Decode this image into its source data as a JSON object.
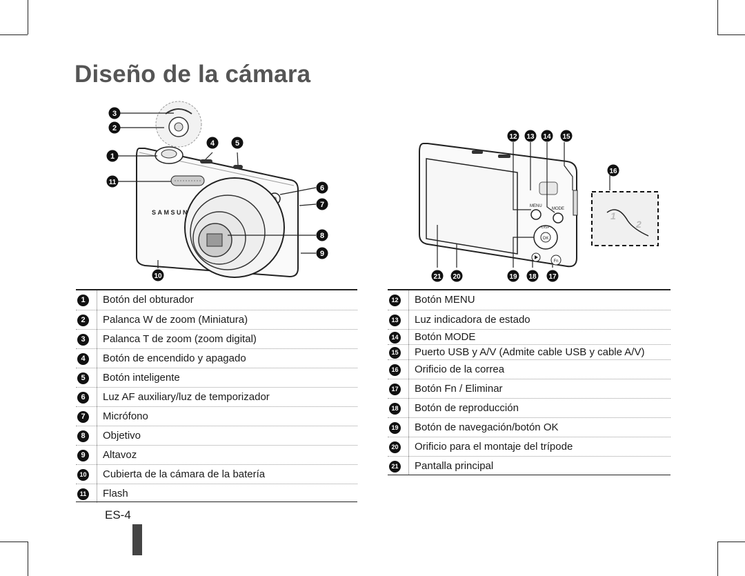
{
  "page": {
    "title": "Diseño de la cámara",
    "page_number": "ES-4"
  },
  "front_view": {
    "callouts": [
      "1",
      "2",
      "3",
      "4",
      "5",
      "6",
      "7",
      "8",
      "9",
      "10",
      "11"
    ],
    "brand": "SAMSUNG"
  },
  "back_view": {
    "callouts": [
      "12",
      "13",
      "14",
      "15",
      "16",
      "17",
      "18",
      "19",
      "20",
      "21"
    ],
    "labels": {
      "menu": "MENU",
      "mode": "MODE",
      "disp": "DISP",
      "ok": "OK",
      "fn": "Fn"
    },
    "inset_steps": [
      "1",
      "2"
    ]
  },
  "left_table": [
    {
      "num": "1",
      "label": "Botón del obturador"
    },
    {
      "num": "2",
      "label": "Palanca W de zoom (Miniatura)"
    },
    {
      "num": "3",
      "label": "Palanca T de zoom (zoom digital)"
    },
    {
      "num": "4",
      "label": "Botón de encendido y apagado"
    },
    {
      "num": "5",
      "label": "Botón inteligente"
    },
    {
      "num": "6",
      "label": "Luz AF auxiliary/luz de temporizador"
    },
    {
      "num": "7",
      "label": "Micrófono"
    },
    {
      "num": "8",
      "label": "Objetivo"
    },
    {
      "num": "9",
      "label": "Altavoz"
    },
    {
      "num": "10",
      "label": "Cubierta de la cámara de la batería"
    },
    {
      "num": "11",
      "label": "Flash"
    }
  ],
  "right_table": [
    {
      "num": "12",
      "label": "Botón MENU"
    },
    {
      "num": "13",
      "label": "Luz indicadora de estado"
    },
    {
      "num": "14",
      "label": "Botón MODE"
    },
    {
      "num": "15",
      "label": "Puerto USB y A/V (Admite cable USB y cable A/V)"
    },
    {
      "num": "16",
      "label": "Orificio de la correa"
    },
    {
      "num": "17",
      "label": "Botón Fn / Eliminar"
    },
    {
      "num": "18",
      "label": "Botón de reproducción"
    },
    {
      "num": "19",
      "label": "Botón de navegación/botón OK"
    },
    {
      "num": "20",
      "label": "Orificio para el montaje del trípode"
    },
    {
      "num": "21",
      "label": "Pantalla principal"
    }
  ]
}
